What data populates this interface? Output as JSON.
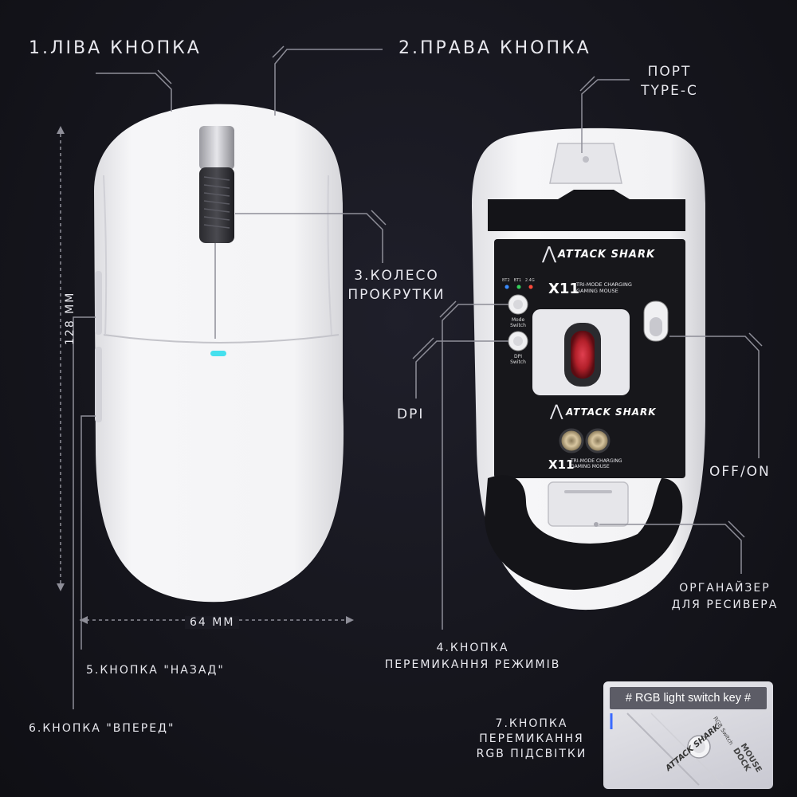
{
  "labels": {
    "left_button": "1.ЛІВА КНОПКА",
    "right_button": "2.ПРАВА КНОПКА",
    "port_line1": "ПОРТ",
    "port_line2": "TYPE-C",
    "scroll_line1": "3.КОЛЕСО",
    "scroll_line2": "ПРОКРУТКИ",
    "dpi": "DPI",
    "off_on": "OFF/ON",
    "receiver_line1": "ОРГАНАЙЗЕР",
    "receiver_line2": "ДЛЯ РЕСИВЕРА",
    "mode_line1": "4.КНОПКА",
    "mode_line2": "ПЕРЕМИКАННЯ РЕЖИМІВ",
    "back_button": "5.КНОПКА \"НАЗАД\"",
    "forward_button": "6.КНОПКА \"ВПЕРЕД\"",
    "rgb_line1": "7.КНОПКА",
    "rgb_line2": "ПЕРЕМИКАННЯ",
    "rgb_line3": "RGB ПІДСВІТКИ"
  },
  "dimensions": {
    "height": "128 MM",
    "width": "64 MM"
  },
  "mouse_bottom": {
    "brand": "ATTACK SHARK",
    "model": "X11",
    "subtitle_line1": "TRI-MODE CHARGING",
    "subtitle_line2": "GAMING MOUSE",
    "led_labels": [
      "BT2",
      "BT1",
      "2.4G"
    ],
    "mode_switch_line1": "Mode",
    "mode_switch_line2": "Switch",
    "dpi_switch_line1": "DPI",
    "dpi_switch_line2": "Switch"
  },
  "rgb_panel": {
    "header": "# RGB light switch key #",
    "brand": "ATTACK SHARK",
    "switch_label": "RGB Switch",
    "side_line1": "MOUSE",
    "side_line2": "DOCK"
  },
  "colors": {
    "background": "#15151c",
    "mouse_white": "#f4f4f6",
    "led_cyan": "#45e0ee",
    "sensor_red": "#b3202a"
  }
}
